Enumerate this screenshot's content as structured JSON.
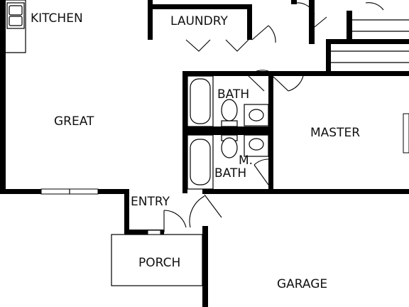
{
  "plan": {
    "rooms": {
      "kitchen": "KITCHEN",
      "laundry": "LAUNDRY",
      "great": "GREAT",
      "bath": "BATH",
      "master": "MASTER",
      "master_bath_line1": "M.",
      "master_bath_line2": "BATH",
      "entry": "ENTRY",
      "porch": "PORCH",
      "garage": "GARAGE"
    }
  }
}
